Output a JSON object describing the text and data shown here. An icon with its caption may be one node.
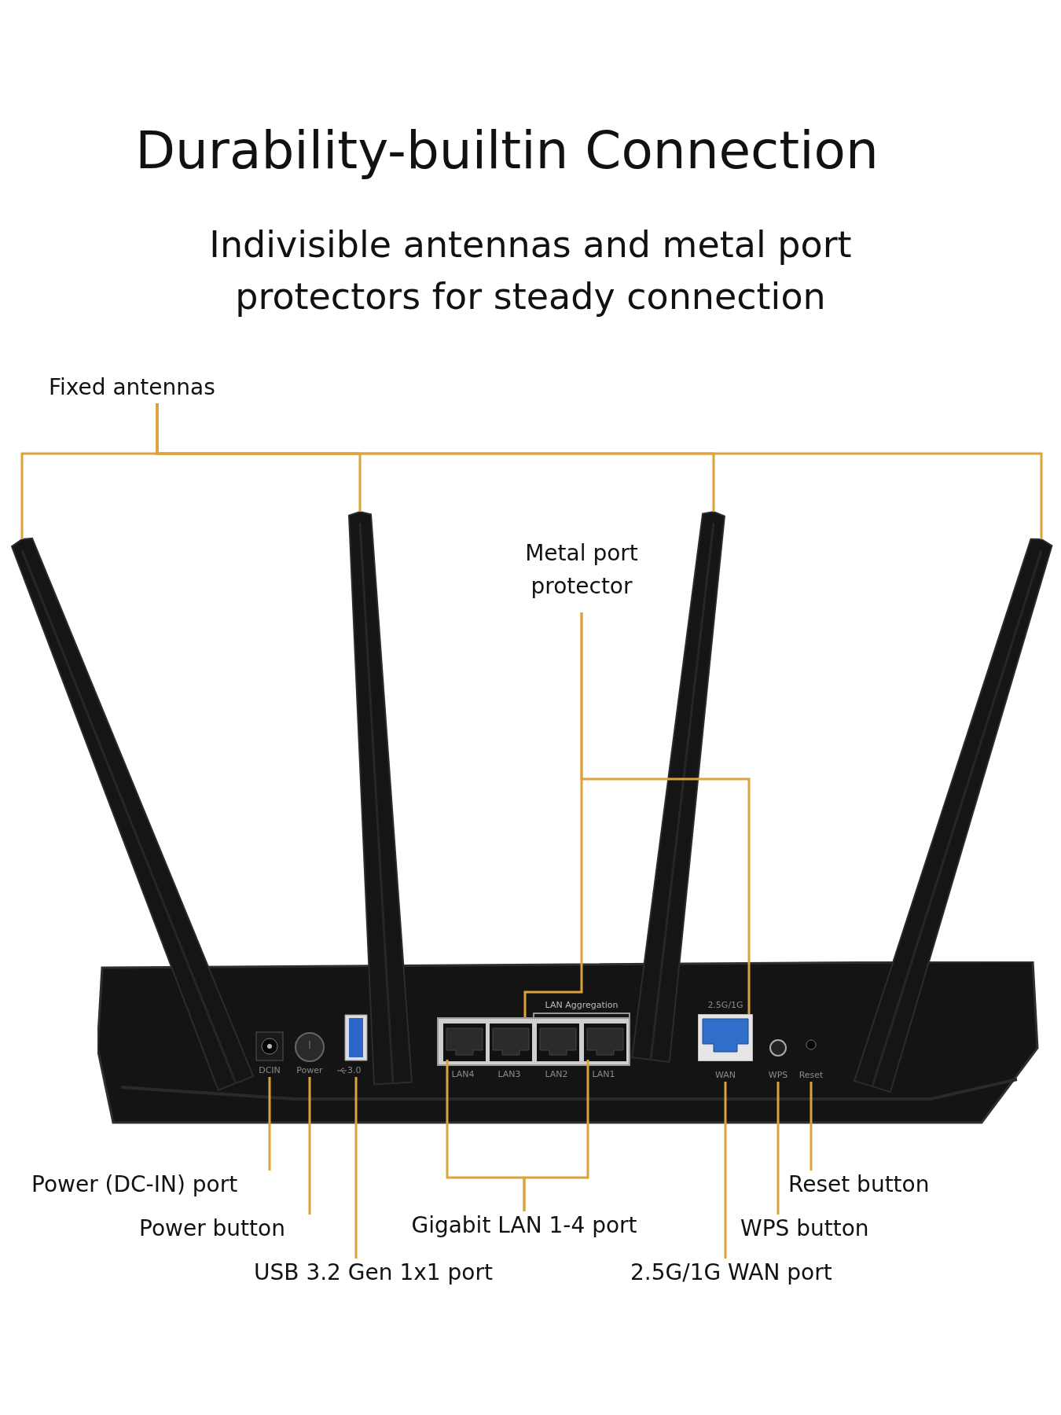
{
  "diagram": {
    "title": "Durability-builtin Connection",
    "nodes": [
      {
        "text": [
          "Fixed antennas"
        ]
      },
      {
        "text": [],
        "shape": "bar"
      },
      {
        "text": [],
        "shape": "bar"
      },
      {
        "text": [],
        "shape": "bar"
      },
      {
        "text": [],
        "shape": "bar"
      },
      {
        "text": [
          "Metal port protector"
        ]
      },
      {
        "text": [],
        "shape": "box"
      },
      {
        "text": [],
        "shape": "box",
        "in": 6,
        "beside": [
          "DCIN"
        ]
      },
      {
        "text": [],
        "shape": "circle",
        "in": 6,
        "beside": [
          "Power"
        ]
      },
      {
        "text": [],
        "shape": "box",
        "in": 6,
        "beside": [
          "3.0"
        ]
      },
      {
        "text": [],
        "shape": "box",
        "in": 6
      },
      {
        "text": [],
        "shape": "box",
        "in": 10
      },
      {
        "text": [],
        "shape": "box",
        "in": 10
      },
      {
        "text": [],
        "shape": "box",
        "in": 10
      },
      {
        "text": [],
        "shape": "box",
        "in": 10
      },
      {
        "text": [],
        "shape": "box",
        "in": 6,
        "beside": [
          "WAN"
        ]
      },
      {
        "text": [],
        "shape": "circle",
        "in": 6,
        "beside": [
          "WPS"
        ]
      },
      {
        "text": [],
        "shape": "circle",
        "in": 6,
        "beside": [
          "Reset"
        ]
      },
      {
        "text": [
          "Power (DC-IN) port"
        ]
      },
      {
        "text": [
          "Power button"
        ]
      },
      {
        "text": [
          "USB 3.2 Gen 1x1 port"
        ]
      },
      {
        "text": [
          "Gigabit LAN 1-4 port"
        ]
      },
      {
        "text": [
          "2.5G/1G WAN port"
        ]
      },
      {
        "text": [
          "WPS button"
        ]
      },
      {
        "text": [
          "Reset button"
        ]
      }
    ],
    "edges": [
      {
        "from": 0,
        "to": 1,
        "arrow": "none"
      },
      {
        "from": 0,
        "to": 2,
        "arrow": "none"
      },
      {
        "from": 0,
        "to": 3,
        "arrow": "none"
      },
      {
        "from": 0,
        "to": 4,
        "arrow": "none"
      },
      {
        "from": 5,
        "to": 10,
        "arrow": "none"
      },
      {
        "from": 5,
        "to": 15,
        "arrow": "none"
      },
      {
        "from": 18,
        "to": 7,
        "arrow": "none"
      },
      {
        "from": 19,
        "to": 8,
        "arrow": "none"
      },
      {
        "from": 20,
        "to": 9,
        "arrow": "none"
      },
      {
        "from": 21,
        "to": 11,
        "arrow": "none"
      },
      {
        "from": 21,
        "to": 14,
        "arrow": "none"
      },
      {
        "from": 22,
        "to": 15,
        "arrow": "none"
      },
      {
        "from": 23,
        "to": 16,
        "arrow": "none"
      },
      {
        "from": 24,
        "to": 17,
        "arrow": "none"
      }
    ],
    "labels": [
      "Indivisible antennas and metal port protectors for steady connection",
      "LAN Aggregation",
      "2.5G/1G",
      "LAN4",
      "LAN3",
      "LAN2",
      "LAN1"
    ]
  }
}
